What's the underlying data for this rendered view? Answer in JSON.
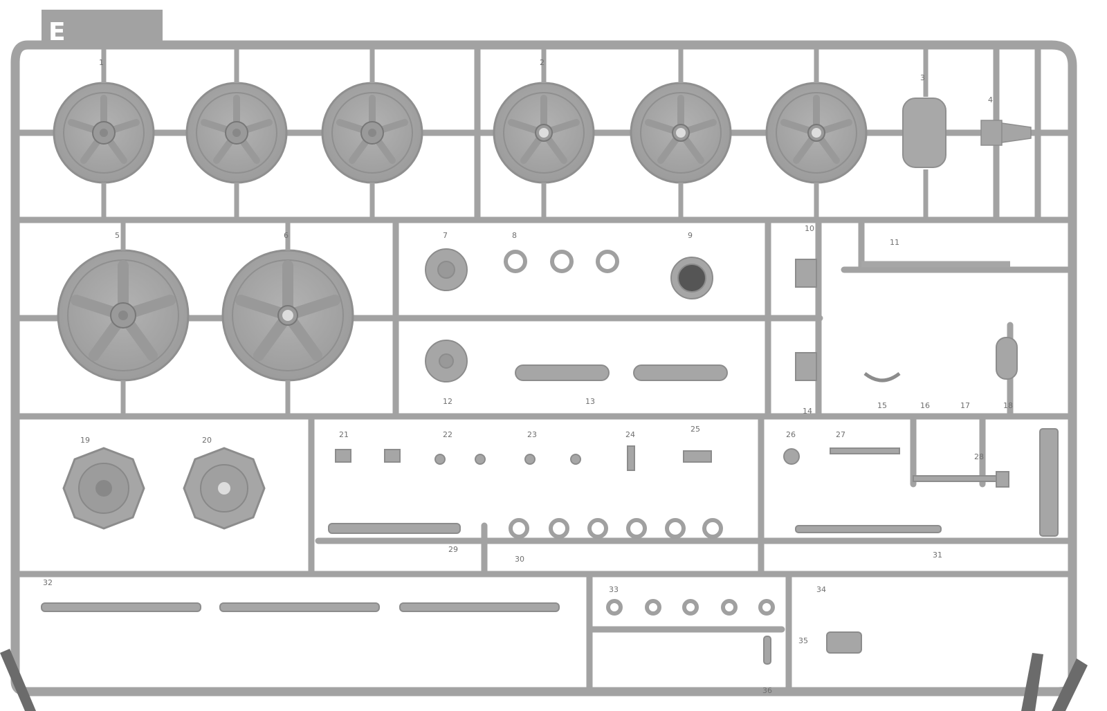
{
  "sprue": {
    "letter": "E",
    "colors": {
      "plastic": "#a4a4a4",
      "plastic_dark": "#8e8e8e",
      "plastic_light": "#b8b8b8",
      "background": "#ffffff"
    }
  },
  "part_numbers": [
    "1",
    "2",
    "3",
    "4",
    "5",
    "6",
    "7",
    "8",
    "9",
    "10",
    "11",
    "12",
    "13",
    "14",
    "15",
    "16",
    "17",
    "18",
    "19",
    "20",
    "21",
    "22",
    "23",
    "24",
    "25",
    "26",
    "27",
    "28",
    "29",
    "30",
    "31",
    "32",
    "33",
    "34",
    "35",
    "36"
  ]
}
